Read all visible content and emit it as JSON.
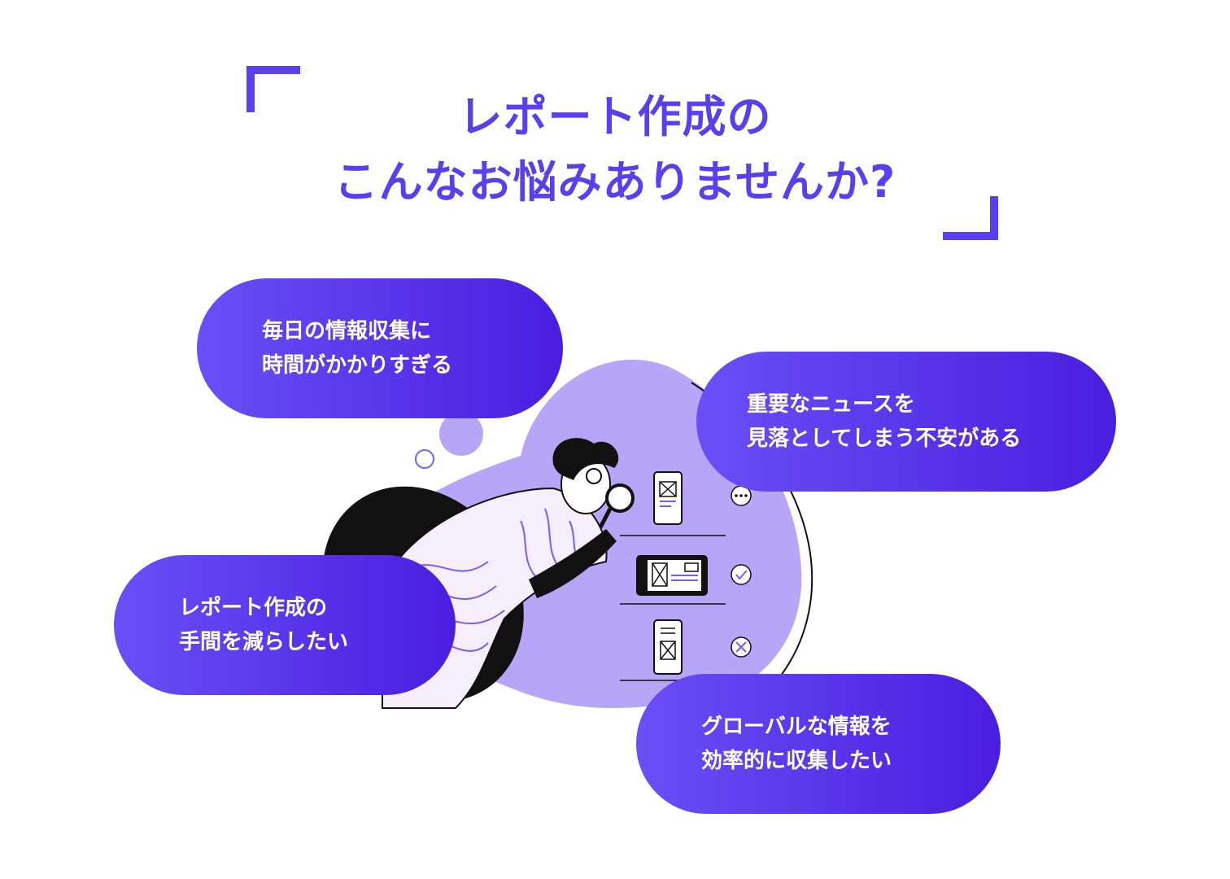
{
  "title": {
    "line1": "レポート作成の",
    "line2": "こんなお悩みありませんか?"
  },
  "concerns": [
    {
      "line1": "毎日の情報収集に",
      "line2": "時間がかかりすぎる"
    },
    {
      "line1": "重要なニュースを",
      "line2": "見落としてしまう不安がある"
    },
    {
      "line1": "レポート作成の",
      "line2": "手間を減らしたい"
    },
    {
      "line1": "グローバルな情報を",
      "line2": "効率的に収集したい"
    }
  ],
  "colors": {
    "accent": "#5a3ff0",
    "pill_start": "#6a4ff6",
    "pill_end": "#4a1ee0",
    "blob": "#b7a6f8"
  },
  "icons": [
    "magnifier-icon",
    "phone-icon",
    "tablet-icon",
    "more-icon",
    "check-icon",
    "cross-icon"
  ]
}
